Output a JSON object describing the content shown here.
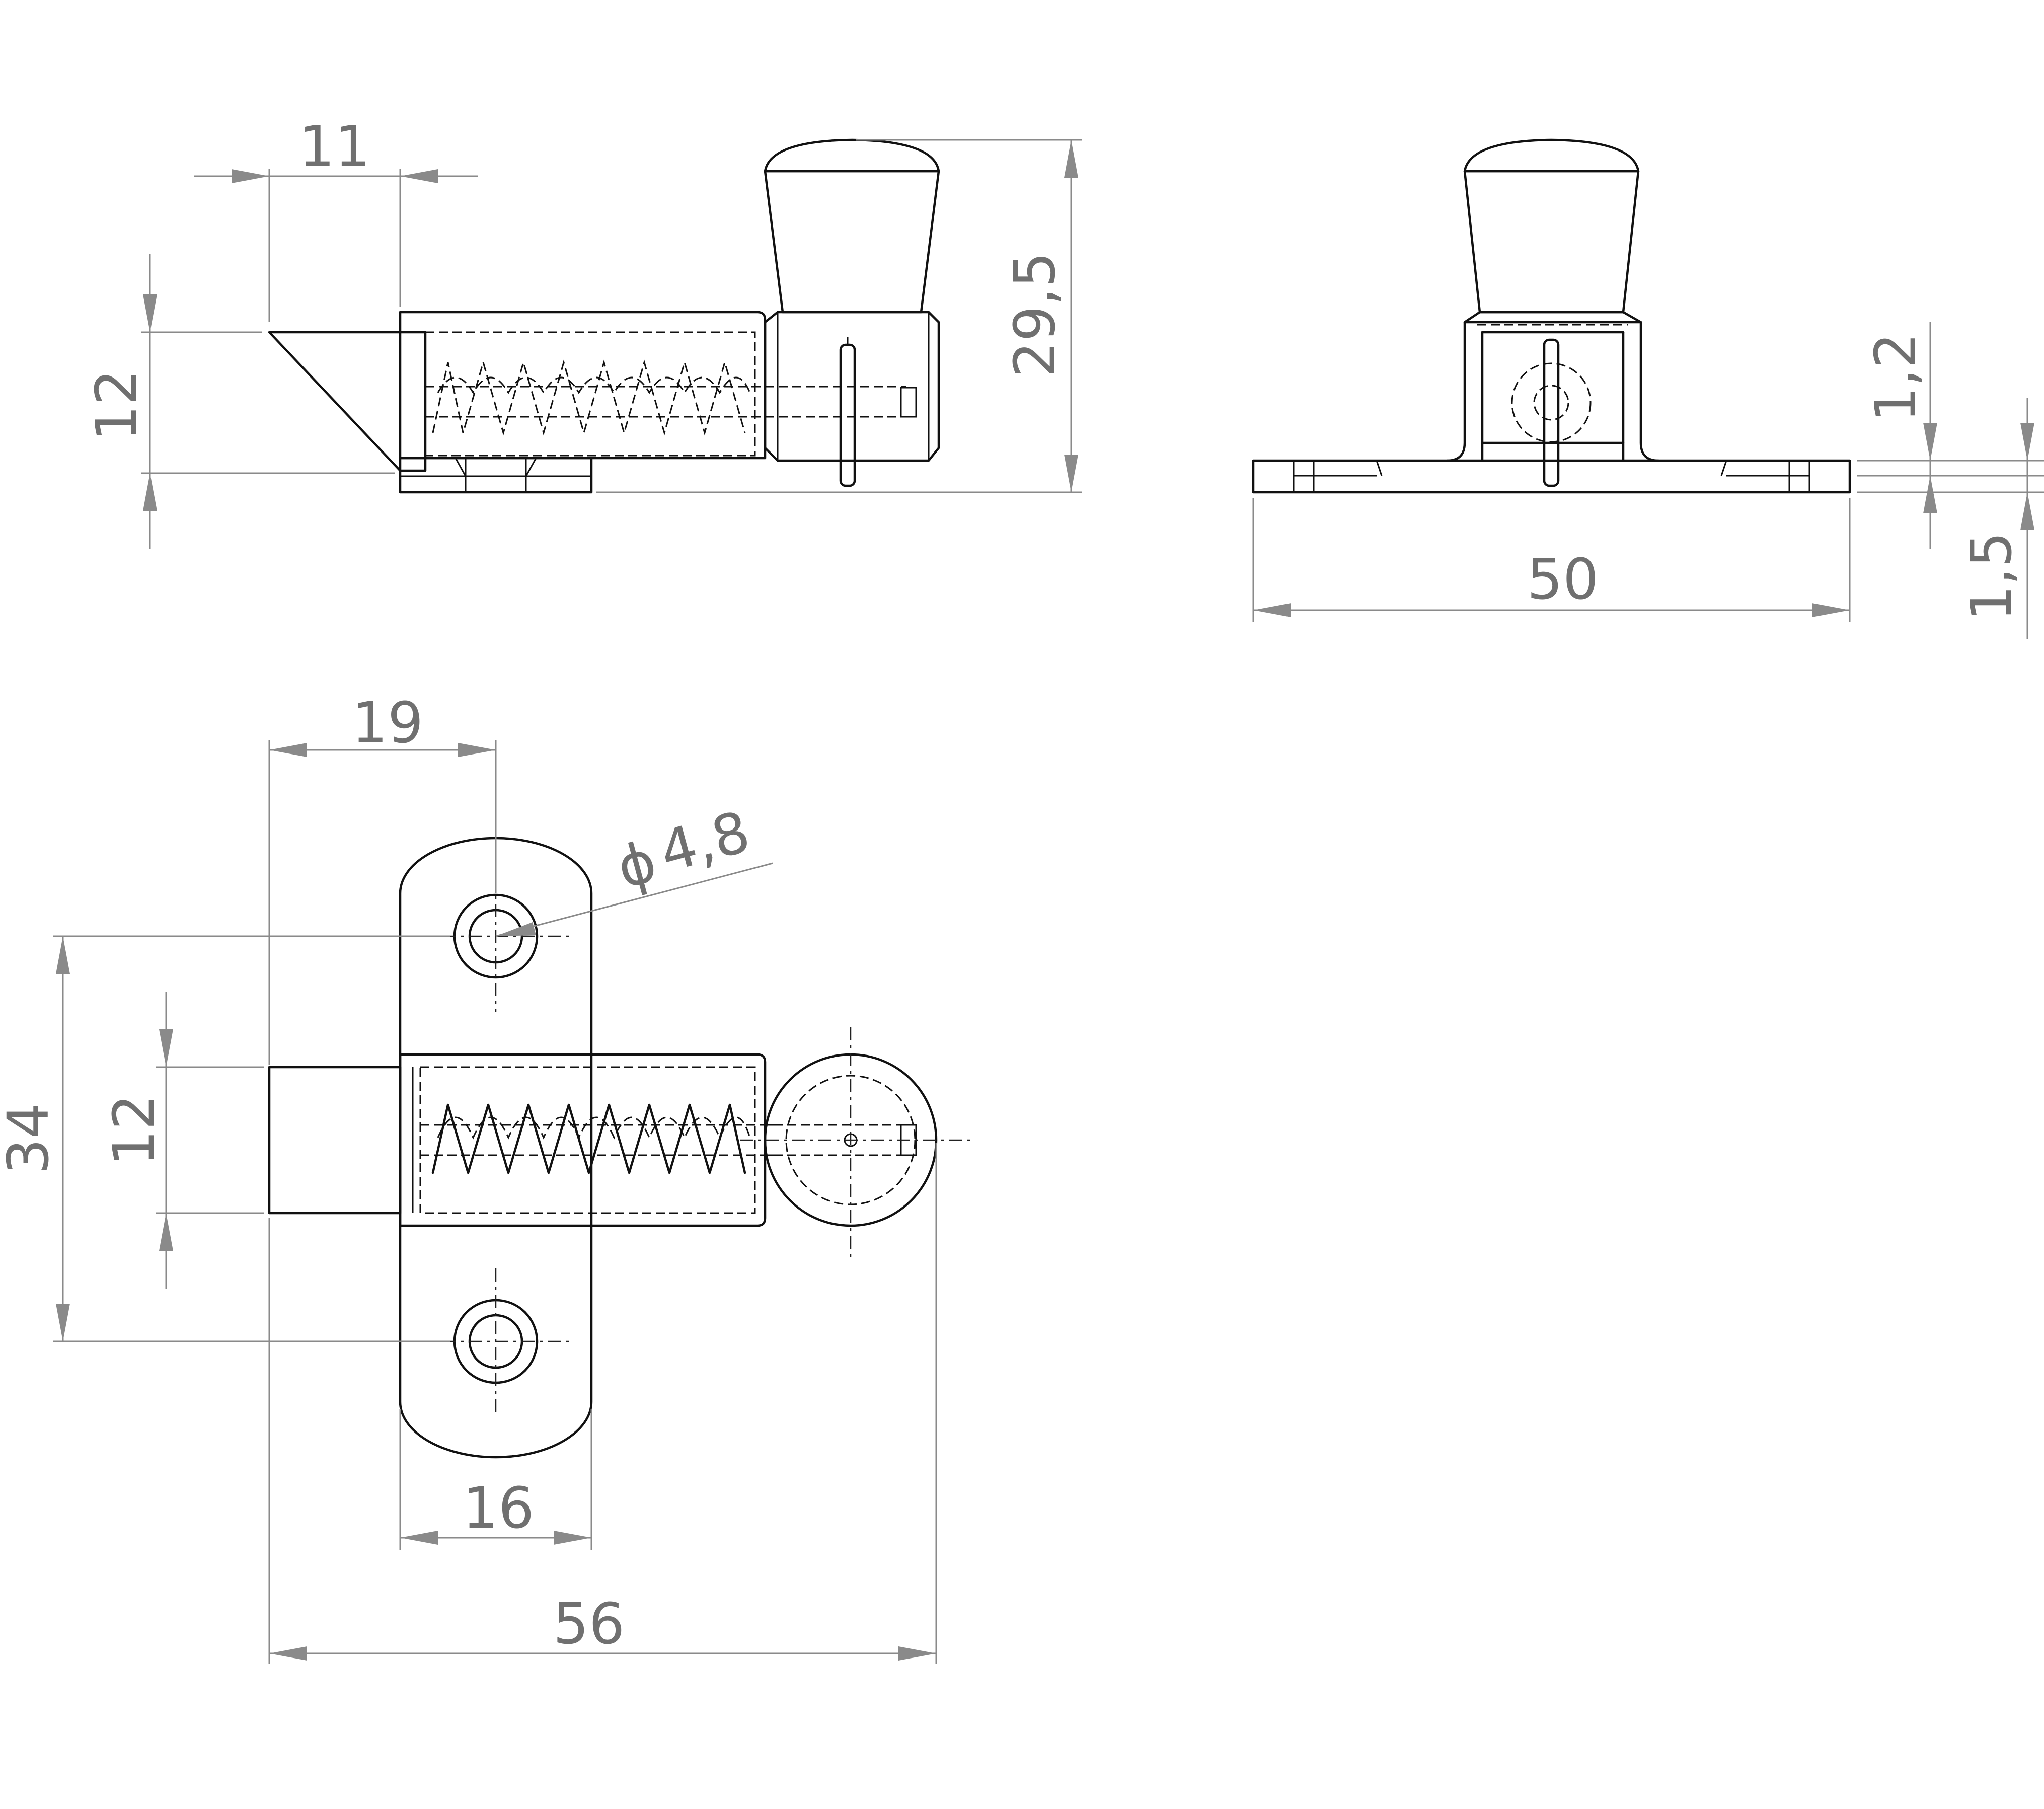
{
  "dimensions": {
    "side_view": {
      "width_11": "11",
      "height_12": "12",
      "height_29_5": "29,5"
    },
    "end_view": {
      "thickness_1_2": "1,2",
      "thickness_1_5": "1,5",
      "width_50": "50"
    },
    "top_view": {
      "offset_19": "19",
      "hole_diameter": "4,8",
      "hole_diameter_symbol": "ϕ",
      "height_34": "34",
      "height_12": "12",
      "width_16": "16",
      "overall_56": "56"
    }
  },
  "colors": {
    "object_line": "#111111",
    "dimension_line": "#8a8a8a",
    "dimension_text": "#707070",
    "background": "#ffffff"
  }
}
